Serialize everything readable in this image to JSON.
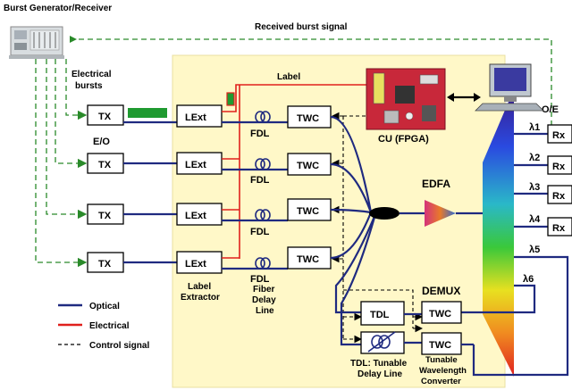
{
  "title": "Burst Generator/Receiver",
  "received_label": "Received burst signal",
  "electrical_bursts": [
    "Electrical",
    "bursts"
  ],
  "label_text": "Label",
  "tx_label": "TX",
  "eo_label": "E/O",
  "lext_label": "LExt",
  "fdl_label": "FDL",
  "twc_label": "TWC",
  "cu_label": "CU (FPGA)",
  "edfa_label": "EDFA",
  "demux_label": "DEMUX",
  "oe_label": "O/E",
  "rx_label": "Rx",
  "lambdas": [
    "λ1",
    "λ2",
    "λ3",
    "λ4",
    "λ5",
    "λ6"
  ],
  "tdl_label": "TDL",
  "label_extractor": [
    "Label",
    "Extractor"
  ],
  "fiber_delay": [
    "Fiber",
    "Delay",
    "Line"
  ],
  "tdl_desc": [
    "TDL: Tunable",
    "Delay Line"
  ],
  "twc_desc": [
    "Tunable",
    "Wavelength",
    "Converter"
  ],
  "legend": {
    "optical": "Optical",
    "electrical": "Electrical",
    "control": "Control signal"
  },
  "colors": {
    "panel": "#fff8c8",
    "optical": "#1f2a80",
    "electrical": "#e0201c",
    "feedback": "#2a8a2a"
  }
}
